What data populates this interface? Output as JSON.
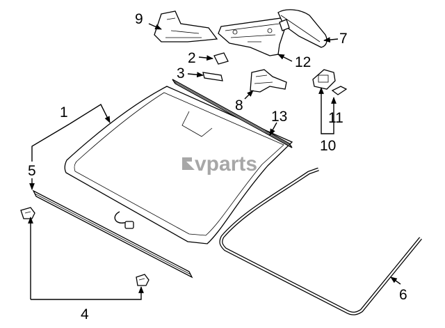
{
  "watermark": {
    "brand": "vparts"
  },
  "callouts": {
    "c1": "1",
    "c2": "2",
    "c3": "3",
    "c4": "4",
    "c5": "5",
    "c6": "6",
    "c7": "7",
    "c8": "8",
    "c9": "9",
    "c10": "10",
    "c11": "11",
    "c12": "12",
    "c13": "13"
  }
}
